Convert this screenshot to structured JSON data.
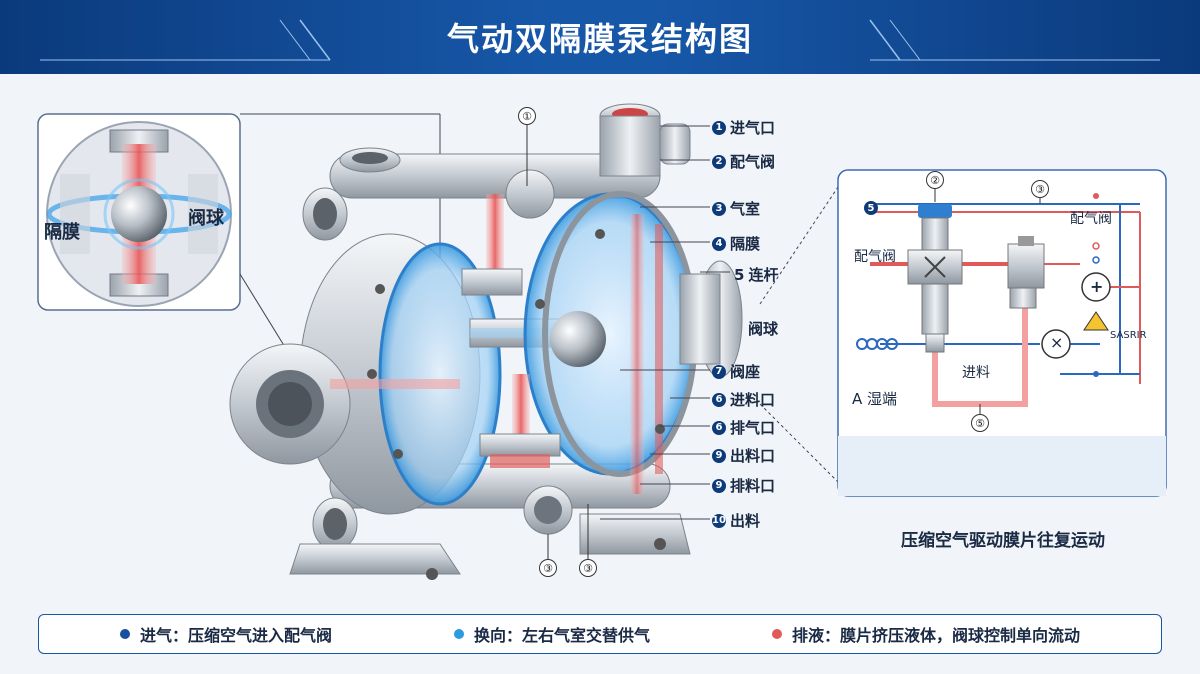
{
  "title": "气动双隔膜泵结构图",
  "zoom": {
    "left_label": "隔膜",
    "right_label": "阀球"
  },
  "callouts": [
    {
      "n": "1",
      "text": "进气口"
    },
    {
      "n": "2",
      "text": "配气阀"
    },
    {
      "n": "3",
      "text": "气室"
    },
    {
      "n": "4",
      "text": "隔膜"
    },
    {
      "n": "5",
      "text": "连杆"
    },
    {
      "n": "",
      "text": "阀球"
    },
    {
      "n": "7",
      "text": "阀座"
    },
    {
      "n": "6",
      "text": "进料口"
    },
    {
      "n": "6",
      "text": "排气口"
    },
    {
      "n": "9",
      "text": "出料口"
    },
    {
      "n": "9",
      "text": "排料口"
    },
    {
      "n": "10",
      "text": "出料"
    }
  ],
  "pump_markers": {
    "top": "①",
    "bottom_left": "③",
    "bottom_right": "③"
  },
  "schematic": {
    "marker_2": "②",
    "marker_3": "③",
    "marker_5": "⑤",
    "corner_5": "5",
    "label_left_valve": "配气阀",
    "label_right_valve": "配气阀",
    "label_feed": "进料",
    "label_wet_end": "A 湿端",
    "tag": "SASRIR",
    "plus": "+",
    "times": "×",
    "caption": "压缩空气驱动膜片往复运动"
  },
  "legend": [
    {
      "text": "进气：压缩空气进入配气阀",
      "color": "#1a4fa0"
    },
    {
      "text": "换向：左右气室交替供气",
      "color": "#2d9be0"
    },
    {
      "text": "排液：膜片挤压液体，阀球控制单向流动",
      "color": "#e05a5a"
    }
  ],
  "colors": {
    "brand": "#1757a8",
    "air": "#1a4fa0",
    "reverse": "#2d9be0",
    "liquid": "#e05a5a"
  }
}
